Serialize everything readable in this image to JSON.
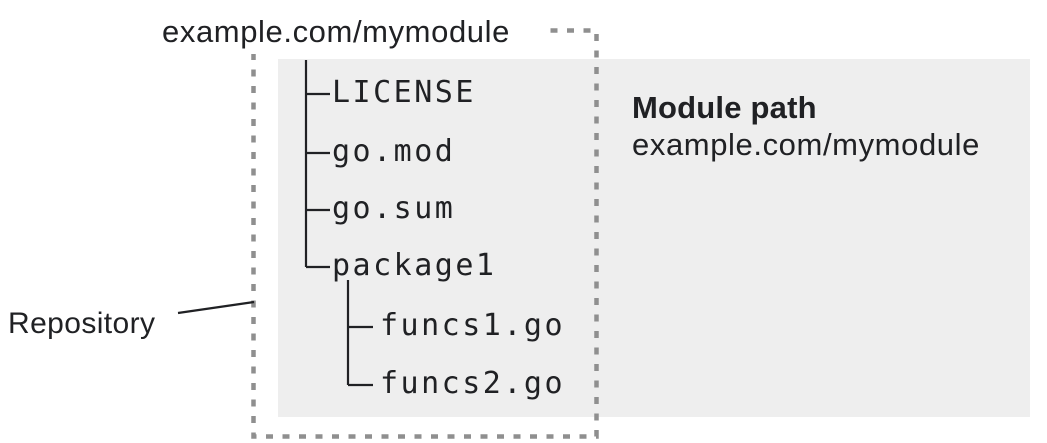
{
  "colors": {
    "background": "#ffffff",
    "panel_background": "#eeeeee",
    "dashed_border": "#8f8f8f",
    "text": "#202124"
  },
  "repository": {
    "label": "Repository",
    "title": "example.com/mymodule",
    "tree": {
      "items": [
        "LICENSE",
        "go.mod",
        "go.sum",
        "package1",
        "funcs1.go",
        "funcs2.go"
      ]
    }
  },
  "module_panel": {
    "heading": "Module path",
    "path": "example.com/mymodule"
  }
}
